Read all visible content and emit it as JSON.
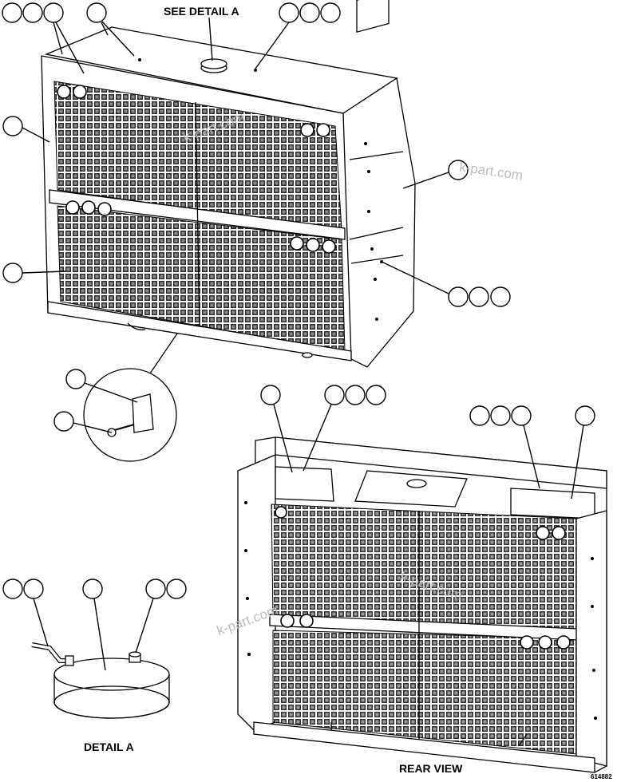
{
  "labels": {
    "see_detail": "SEE DETAIL A",
    "detail_caption": "DETAIL A",
    "rear_view": "REAR VIEW",
    "figure_number": "614882"
  },
  "watermark": "k-part.com"
}
